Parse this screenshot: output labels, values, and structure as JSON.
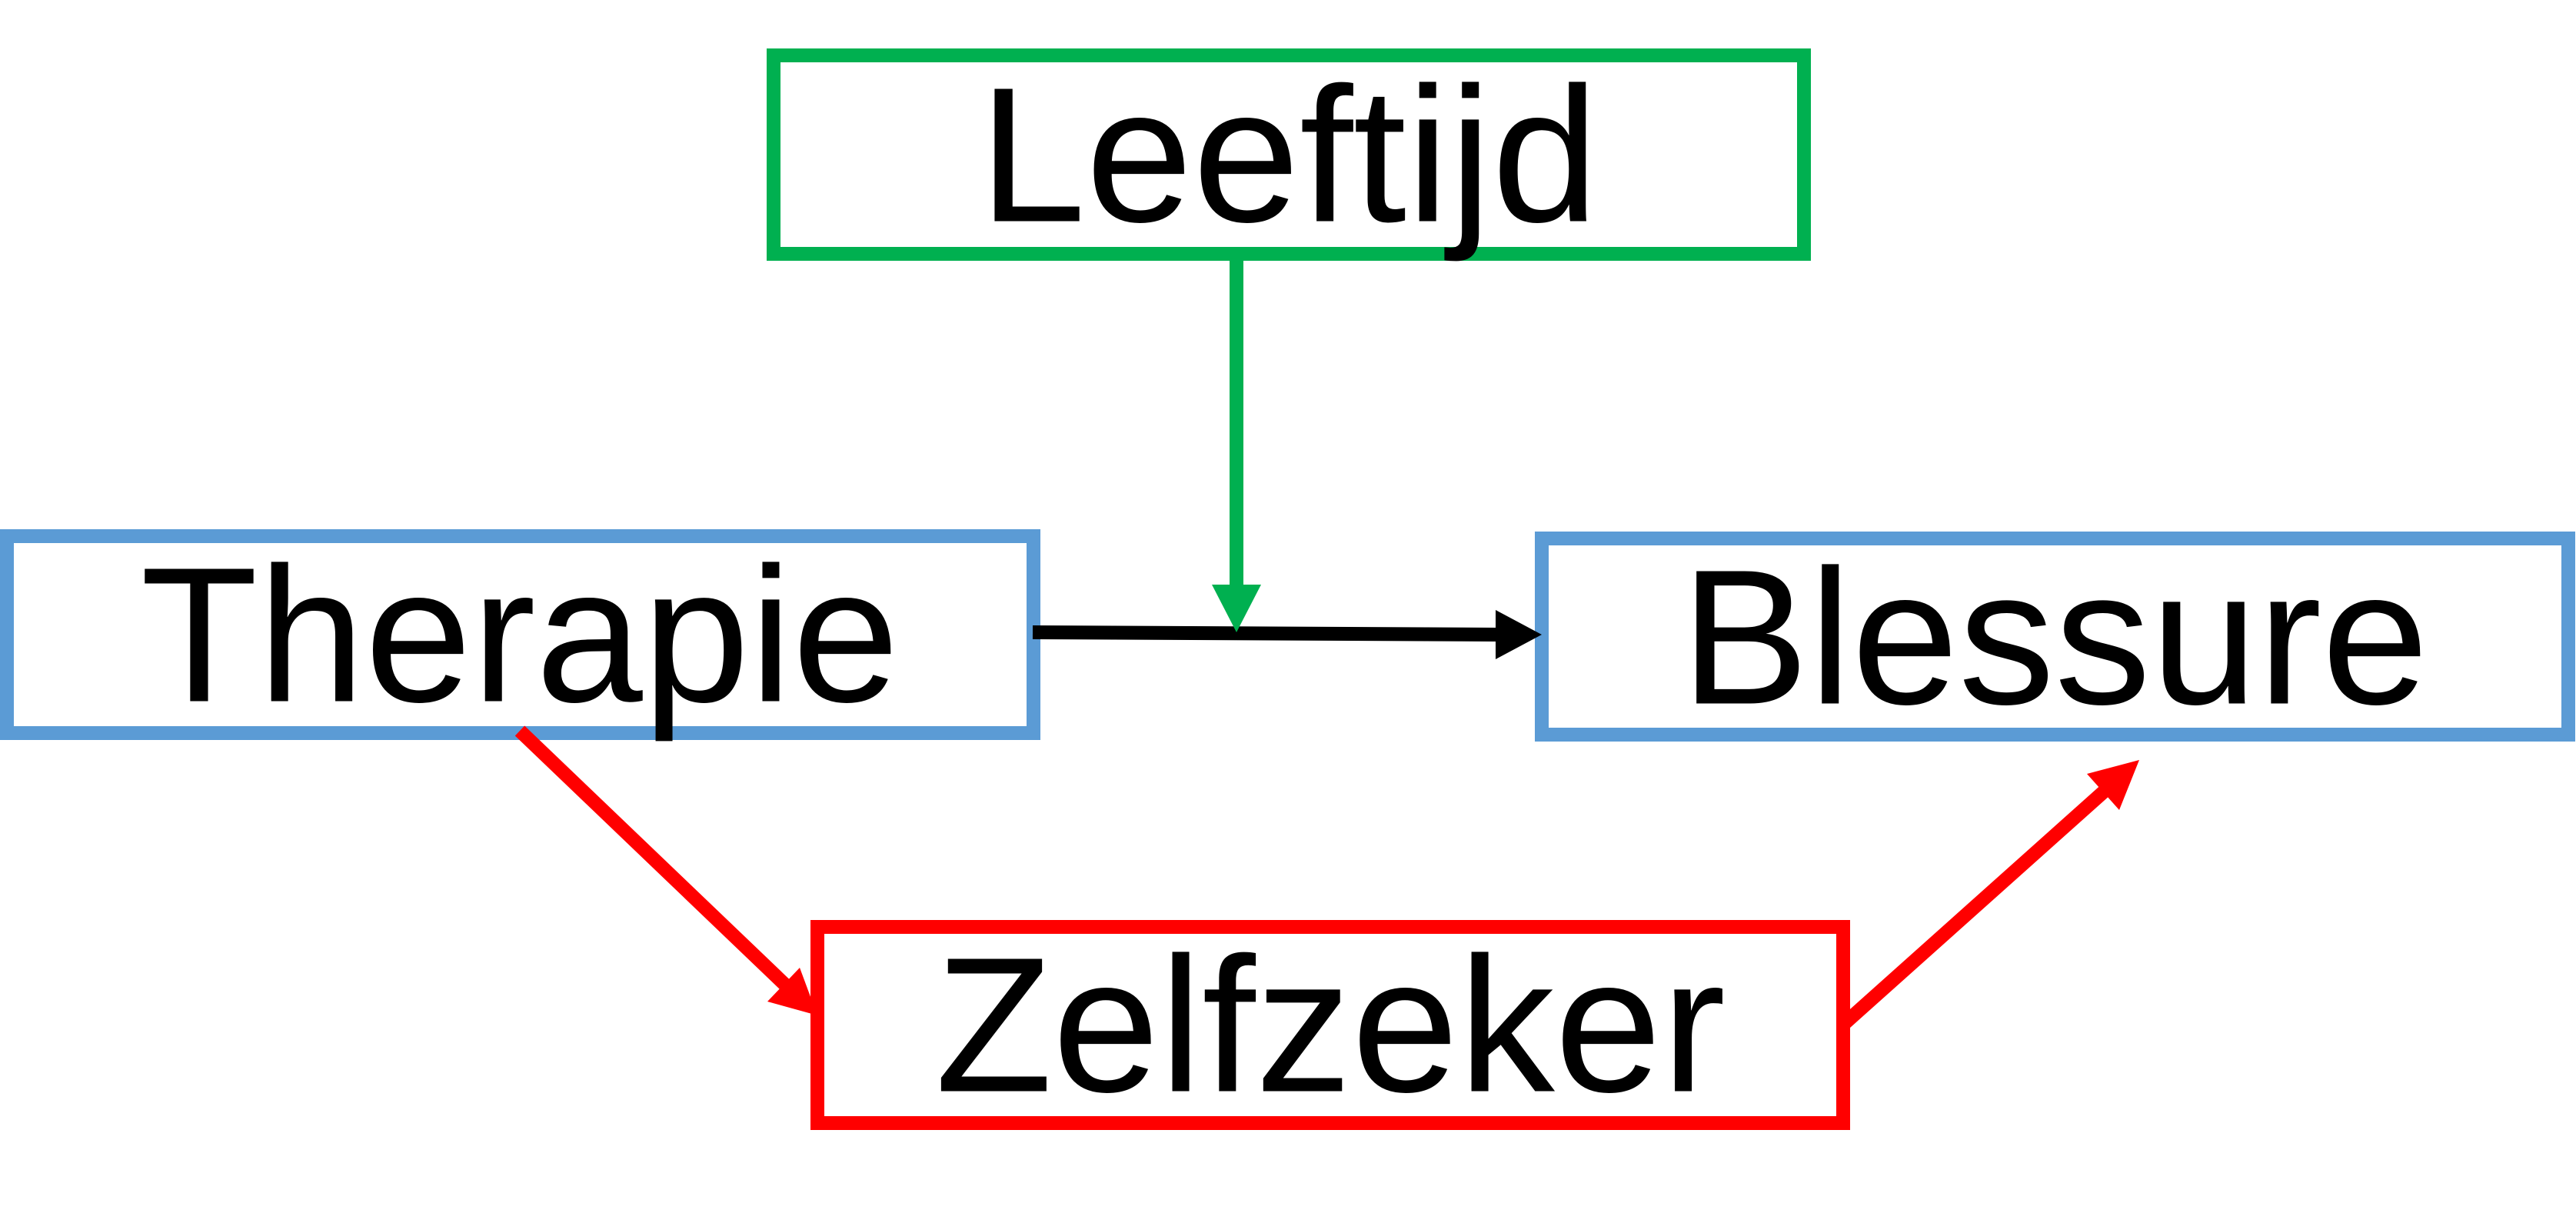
{
  "colors": {
    "background": "#ffffff",
    "moderator": "#00b050",
    "main": "#5b9bd5",
    "mediator": "#ff0000",
    "direct_path": "#000000",
    "text": "#000000"
  },
  "nodes": {
    "leeftijd": {
      "label": "Leeftijd",
      "role": "moderator"
    },
    "therapie": {
      "label": "Therapie",
      "role": "main"
    },
    "blessure": {
      "label": "Blessure",
      "role": "main"
    },
    "zelfzeker": {
      "label": "Zelfzeker",
      "role": "mediator"
    }
  },
  "edges": [
    {
      "from": "therapie",
      "to": "blessure",
      "color": "direct_path"
    },
    {
      "from": "leeftijd",
      "to": "therapie-blessure-path",
      "color": "moderator"
    },
    {
      "from": "therapie",
      "to": "zelfzeker",
      "color": "mediator"
    },
    {
      "from": "zelfzeker",
      "to": "blessure",
      "color": "mediator"
    }
  ]
}
